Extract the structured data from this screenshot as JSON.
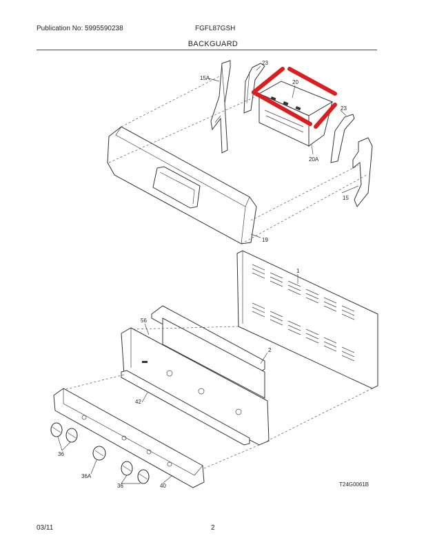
{
  "header": {
    "publication": "Publication No: 5995590238",
    "model": "FGFL87GSH",
    "title": "BACKGUARD"
  },
  "callouts": {
    "c15a": "15A",
    "c23a": "23",
    "c20": "20",
    "c23b": "23",
    "c20a": "20A",
    "c15": "15",
    "c19": "19",
    "c1": "1",
    "c56": "56",
    "c2": "2",
    "c42": "42",
    "c36a": "36",
    "c36A": "36A",
    "c36b": "36",
    "c40": "40"
  },
  "diagram_code": "T24G0061B",
  "footer": {
    "date": "03/11",
    "page": "2"
  },
  "colors": {
    "highlight": "#d81e1e",
    "line": "#333333"
  }
}
